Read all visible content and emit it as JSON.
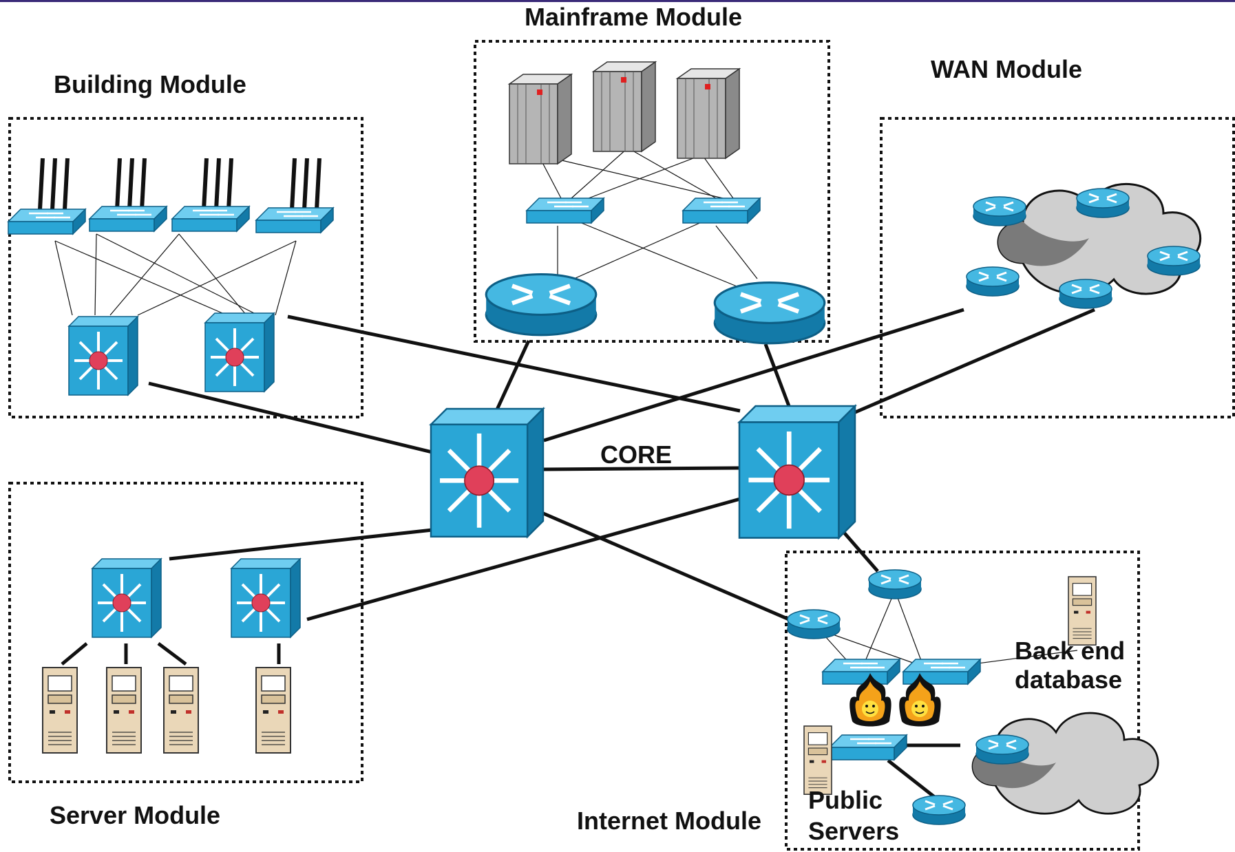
{
  "modules": {
    "building": "Building Module",
    "mainframe": "Mainframe Module",
    "wan": "WAN Module",
    "server": "Server Module",
    "internet": "Internet Module"
  },
  "core": "CORE",
  "labels": {
    "backend_1": "Back end",
    "backend_2": "database",
    "public_1": "Public",
    "public_2": "Servers"
  },
  "colors": {
    "device": "#2aa6d6",
    "device_dark": "#137aa8",
    "dot": "#e0405a",
    "cloud": "#cfcfcf",
    "cloud_dark": "#7a7a7a",
    "server": "#ead7b8",
    "line": "#111111"
  }
}
